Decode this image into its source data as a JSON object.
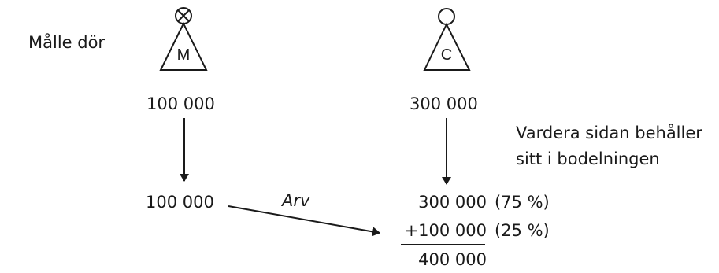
{
  "caption": "Målle dör",
  "persons": {
    "m": {
      "label": "M",
      "deceased": true,
      "amount_before": "100 000",
      "amount_after": "100 000"
    },
    "c": {
      "label": "C",
      "deceased": false,
      "amount_before": "300 000",
      "amount_after": "300 000"
    }
  },
  "note_lines": [
    "Vardera sidan behåller",
    "sitt i bodelningen"
  ],
  "inheritance_label": "Arv",
  "calculation": {
    "own_share": "300 000",
    "own_pct": "(75 %)",
    "inherited": "+100 000",
    "inherited_pct": "(25 %)",
    "total": "400 000"
  }
}
